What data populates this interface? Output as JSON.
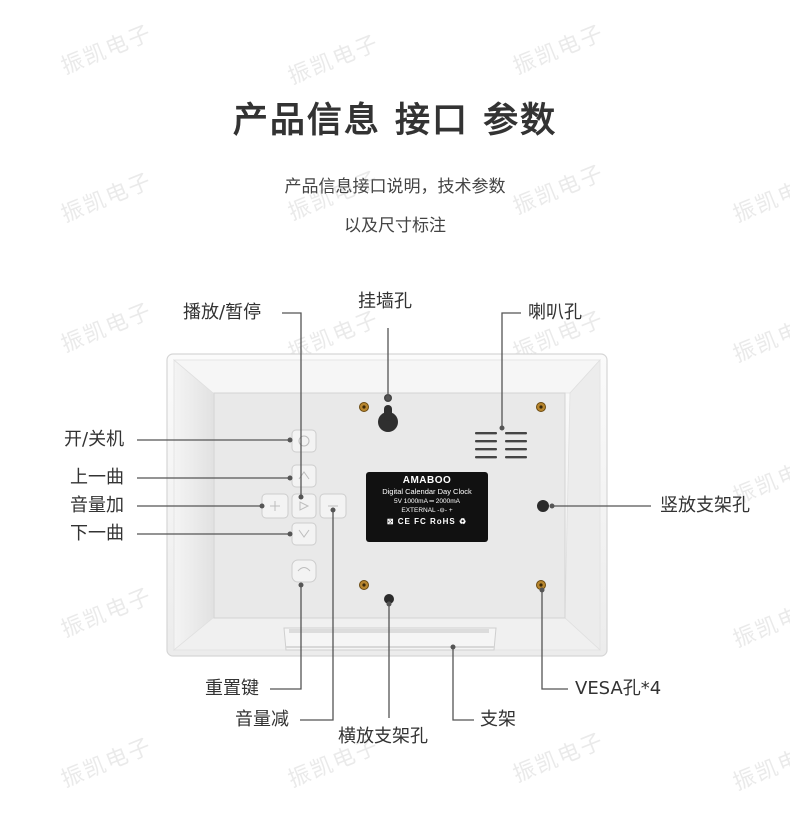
{
  "watermark": "振凯电子",
  "header": {
    "title": "产品信息  接口  参数",
    "subtitle_line1": "产品信息接口说明，技术参数",
    "subtitle_line2": "以及尺寸标注"
  },
  "labels": {
    "play_pause": "播放/暂停",
    "wall_mount_hole": "挂墙孔",
    "speaker": "喇叭孔",
    "power": "开/关机",
    "prev_track": "上一曲",
    "volume_up": "音量加",
    "next_track": "下一曲",
    "vertical_stand_hole": "竖放支架孔",
    "reset_key": "重置键",
    "vesa_holes": "VESA孔*4",
    "volume_down": "音量减",
    "stand": "支架",
    "horizontal_stand_hole": "横放支架孔"
  },
  "sticker": {
    "brand": "AMABOO",
    "product": "Digital Calendar Day Clock",
    "spec": "5V  1000mA ═ 2000mA",
    "input": "EXTERNAL  -⊖- +",
    "certifications": "⊠ CE FC RoHS ♻"
  }
}
